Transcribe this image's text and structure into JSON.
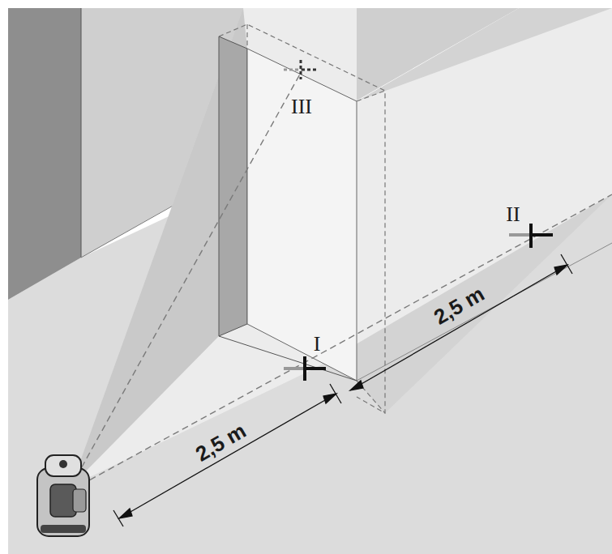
{
  "diagram": {
    "labels": [
      "III",
      "I",
      "II",
      "2,5 m",
      "2,5 m"
    ]
  }
}
